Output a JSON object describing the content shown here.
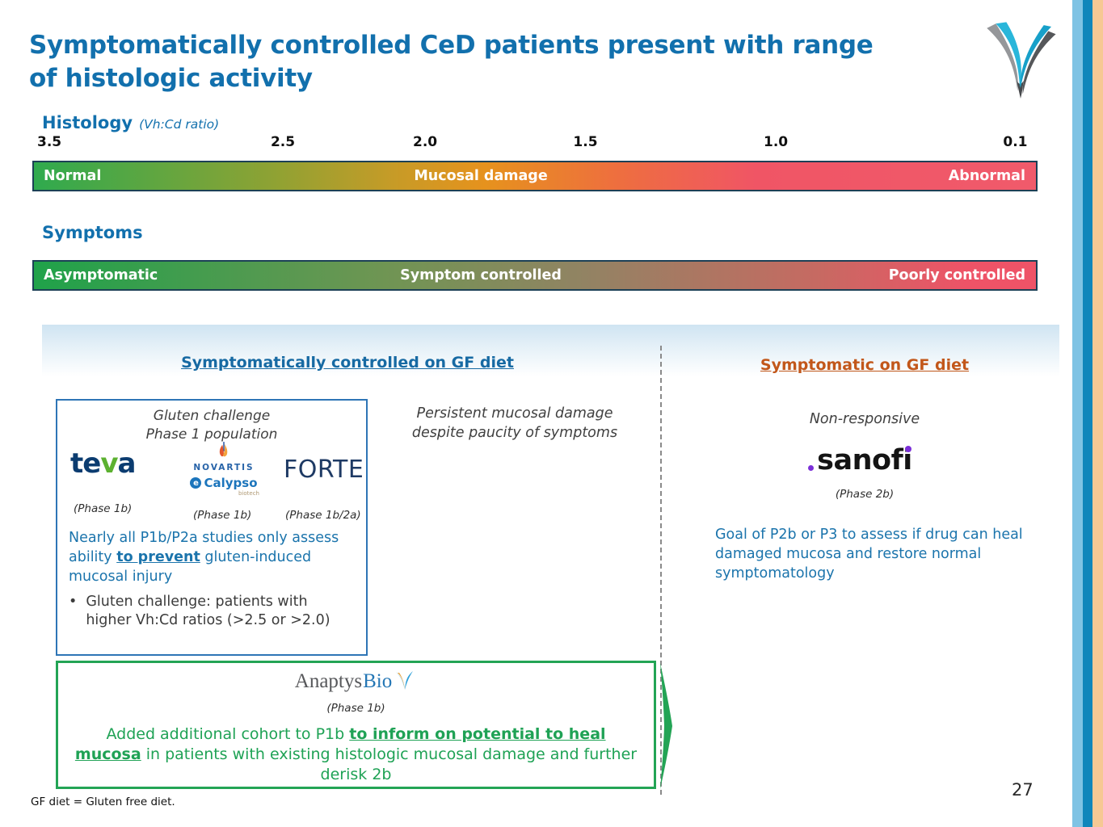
{
  "slide": {
    "title_line1": "Symptomatically controlled CeD patients present with range",
    "title_line2": "of histologic activity",
    "footnote": "GF diet = Gluten free diet.",
    "page_number": "27"
  },
  "histology": {
    "label": "Histology",
    "sublabel": "(Vh:Cd ratio)",
    "ticks": [
      "3.5",
      "2.5",
      "2.0",
      "1.5",
      "1.0",
      "0.1"
    ],
    "zone_left": "Normal",
    "zone_center": "Mucosal damage",
    "zone_right": "Abnormal"
  },
  "symptoms": {
    "label": "Symptoms",
    "zone_left": "Asymptomatic",
    "zone_center": "Symptom controlled",
    "zone_right": "Poorly controlled"
  },
  "left_column": {
    "header": "Symptomatically controlled on GF diet",
    "side_note_line1": "Persistent mucosal damage",
    "side_note_line2": "despite paucity of symptoms",
    "box": {
      "caption_line1": "Gluten challenge",
      "caption_line2": "Phase 1 population",
      "teva": {
        "part1": "te",
        "part2": "v",
        "part3": "a",
        "phase": "(Phase 1b)"
      },
      "novartis": {
        "name": "NOVARTIS",
        "calypso": "Calypso",
        "calypso_icon": "e",
        "biotech": "biotech",
        "phase": "(Phase 1b)"
      },
      "forte": {
        "name": "FORTE",
        "phase": "(Phase 1b/2a)"
      },
      "statement_pre": "Nearly all P1b/P2a studies only assess ability ",
      "statement_emphasis": "to prevent",
      "statement_post": " gluten-induced mucosal injury",
      "bullet_glyph": "•",
      "bullet_text": "Gluten challenge: patients with higher Vh:Cd ratios (>2.5 or >2.0)"
    }
  },
  "right_column": {
    "header": "Symptomatic on GF diet",
    "note": "Non-responsive",
    "sanofi": {
      "name": "sanofi",
      "phase": "(Phase 2b)"
    },
    "statement": "Goal of P2b or P3 to assess if drug can heal damaged mucosa and restore normal symptomatology"
  },
  "green_box": {
    "anaptys": "Anaptys",
    "bio": "Bio",
    "phase": "(Phase 1b)",
    "statement_pre": "Added additional cohort to P1b ",
    "statement_emphasis": "to inform on potential to heal mucosa",
    "statement_post": " in patients with existing histologic mucosal damage and further derisk 2b"
  },
  "colors": {
    "title_blue": "#1270ad",
    "header_orange": "#c2571a",
    "accent_green": "#23a455",
    "stripe_light_blue": "#7fc3e4",
    "stripe_dark_blue": "#0f86bb",
    "stripe_peach": "#f6c894"
  }
}
